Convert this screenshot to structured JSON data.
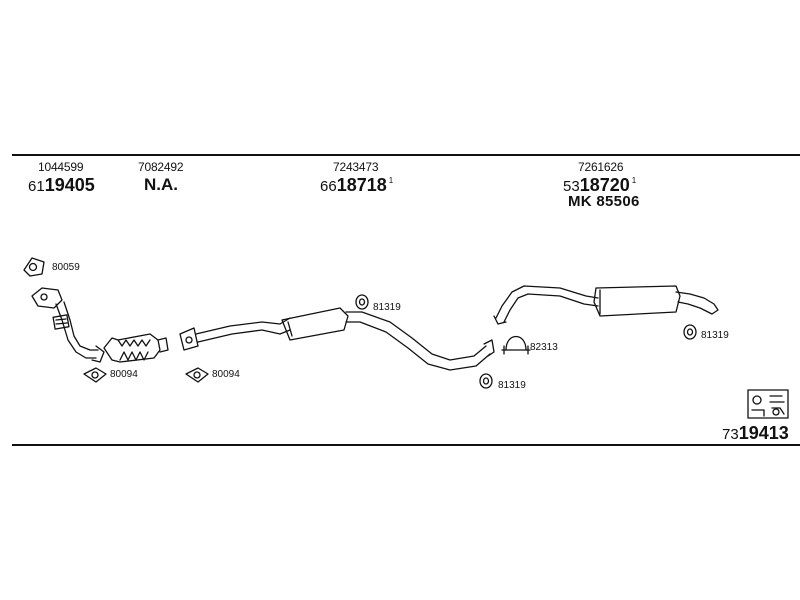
{
  "parts": [
    {
      "ref": "1044599",
      "prefix": "61",
      "number": "19405",
      "note": ""
    },
    {
      "ref": "7082492",
      "prefix": "",
      "number": "N.A.",
      "note": ""
    },
    {
      "ref": "7243473",
      "prefix": "66",
      "number": "18718",
      "note": "1"
    },
    {
      "ref": "7261626",
      "prefix": "53",
      "number": "18720",
      "note": "1",
      "extra": "MK  85506"
    }
  ],
  "fittings": {
    "gasket_top": "80059",
    "gasket_left": "80094",
    "gasket_mid": "80094",
    "hanger_mid_top": "81319",
    "hanger_mid_bottom": "81319",
    "clamp": "82313",
    "hanger_rear": "81319"
  },
  "kit": {
    "prefix": "73",
    "number": "19413"
  }
}
